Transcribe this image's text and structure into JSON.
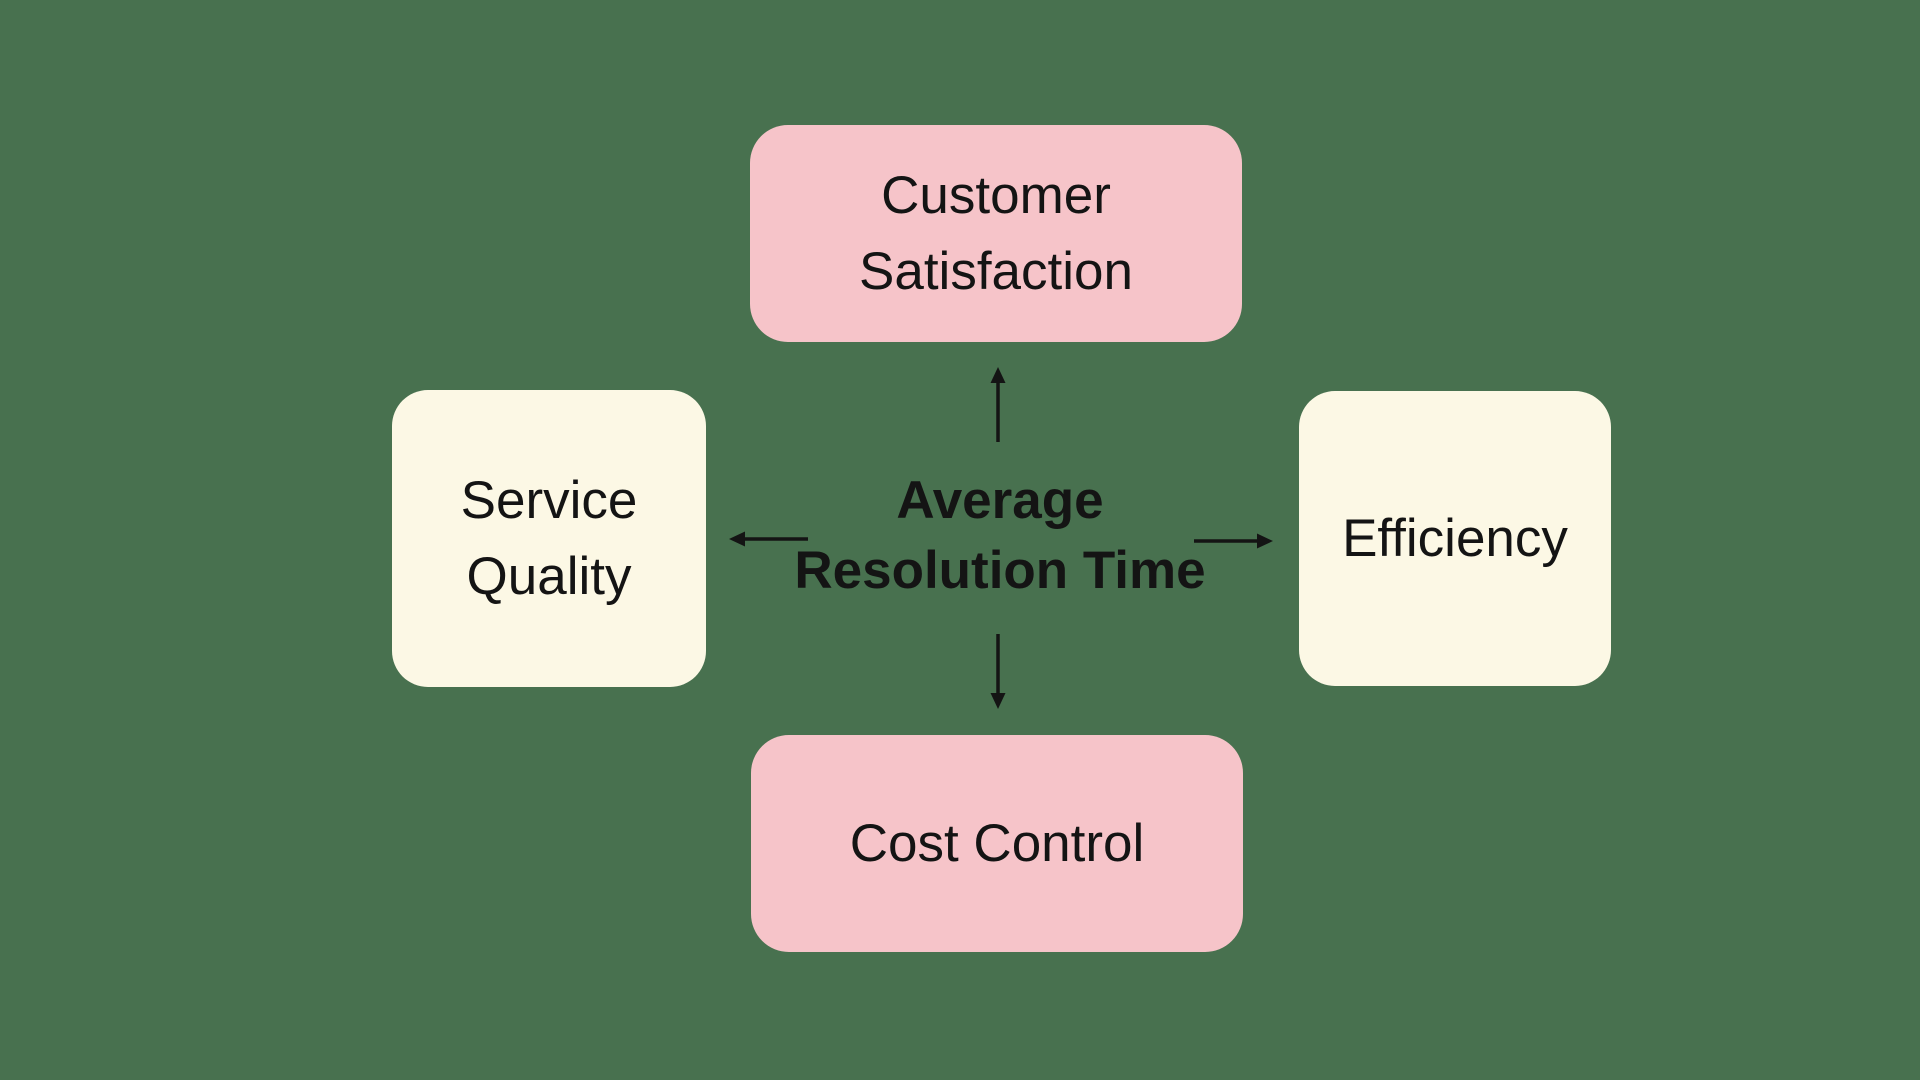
{
  "colors": {
    "background": "#48714f",
    "node_pink": "#f6c4c9",
    "node_cream": "#fcf8e5",
    "text": "#141414",
    "arrow": "#141414"
  },
  "diagram": {
    "center": {
      "label": "Average Resolution Time",
      "lines": [
        "Average",
        "Resolution Time"
      ]
    },
    "nodes": [
      {
        "id": "customer-satisfaction",
        "position": "top",
        "label": "Customer Satisfaction",
        "color": "#f6c4c9"
      },
      {
        "id": "service-quality",
        "position": "left",
        "label": "Service Quality",
        "color": "#fcf8e5"
      },
      {
        "id": "efficiency",
        "position": "right",
        "label": "Efficiency",
        "color": "#fcf8e5"
      },
      {
        "id": "cost-control",
        "position": "bottom",
        "label": "Cost Control",
        "color": "#f6c4c9"
      }
    ],
    "arrows": [
      {
        "direction": "up",
        "from": "center",
        "to": "customer-satisfaction"
      },
      {
        "direction": "left",
        "from": "center",
        "to": "service-quality"
      },
      {
        "direction": "right",
        "from": "center",
        "to": "efficiency"
      },
      {
        "direction": "down",
        "from": "center",
        "to": "cost-control"
      }
    ]
  }
}
